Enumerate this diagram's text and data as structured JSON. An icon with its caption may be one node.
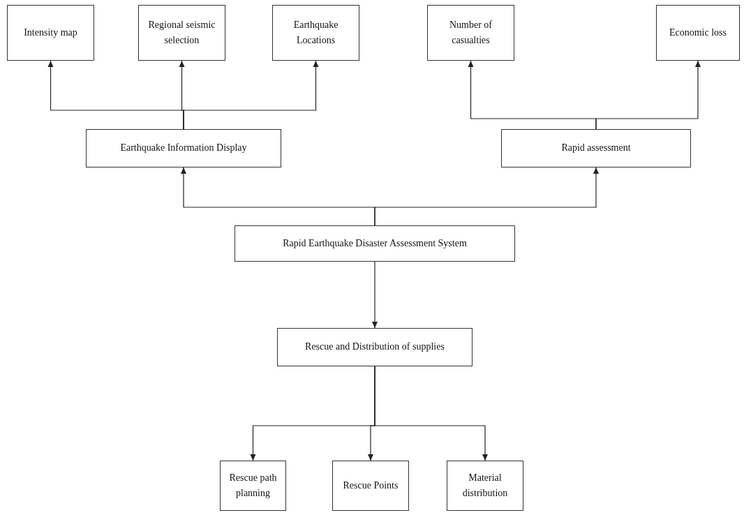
{
  "diagram": {
    "nodes": [
      {
        "text": [
          "Intensity map"
        ]
      },
      {
        "text": [
          "Regional seismic selection"
        ]
      },
      {
        "text": [
          "Earthquake Locations"
        ]
      },
      {
        "text": [
          "Number of casualties"
        ]
      },
      {
        "text": [
          "Economic loss"
        ]
      },
      {
        "text": [
          "Earthquake Information Display"
        ]
      },
      {
        "text": [
          "Rapid assessment"
        ]
      },
      {
        "text": [
          "Rapid Earthquake Disaster Assessment System"
        ]
      },
      {
        "text": [
          "Rescue and Distribution of supplies"
        ]
      },
      {
        "text": [
          "Rescue path planning"
        ]
      },
      {
        "text": [
          "Rescue Points"
        ]
      },
      {
        "text": [
          "Material distribution"
        ]
      }
    ],
    "edges": [
      {
        "from": 5,
        "to": 0,
        "arrow": "to"
      },
      {
        "from": 5,
        "to": 1,
        "arrow": "to"
      },
      {
        "from": 5,
        "to": 2,
        "arrow": "to"
      },
      {
        "from": 6,
        "to": 3,
        "arrow": "to"
      },
      {
        "from": 6,
        "to": 4,
        "arrow": "to"
      },
      {
        "from": 7,
        "to": 5,
        "arrow": "to"
      },
      {
        "from": 7,
        "to": 6,
        "arrow": "to"
      },
      {
        "from": 7,
        "to": 8,
        "arrow": "to"
      },
      {
        "from": 8,
        "to": 9,
        "arrow": "to"
      },
      {
        "from": 8,
        "to": 10,
        "arrow": "to"
      },
      {
        "from": 8,
        "to": 11,
        "arrow": "to"
      }
    ]
  }
}
